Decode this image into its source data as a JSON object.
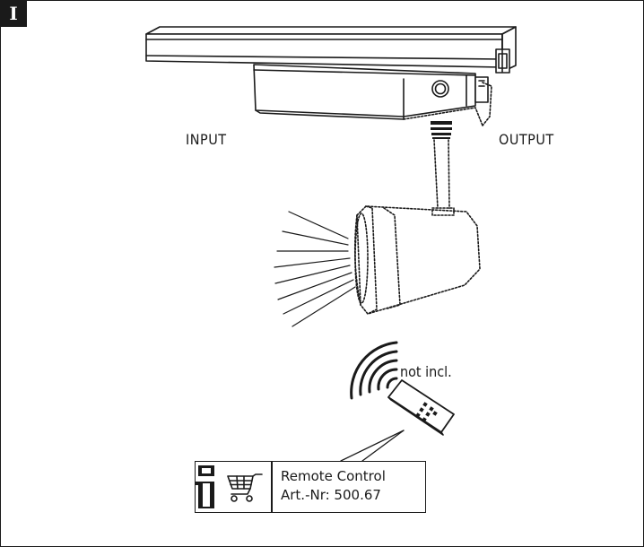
{
  "step_label": "I",
  "labels": {
    "input": "INPUT",
    "output": "OUTPUT",
    "not_included": "not incl."
  },
  "info_box": {
    "title": "Remote Control",
    "article": "Art.-Nr: 500.67"
  },
  "colors": {
    "ink": "#1a1a1a",
    "background": "#ffffff"
  },
  "icons": [
    "info-icon",
    "shopping-cart-icon",
    "wireless-signal-icon",
    "remote-control-icon"
  ]
}
